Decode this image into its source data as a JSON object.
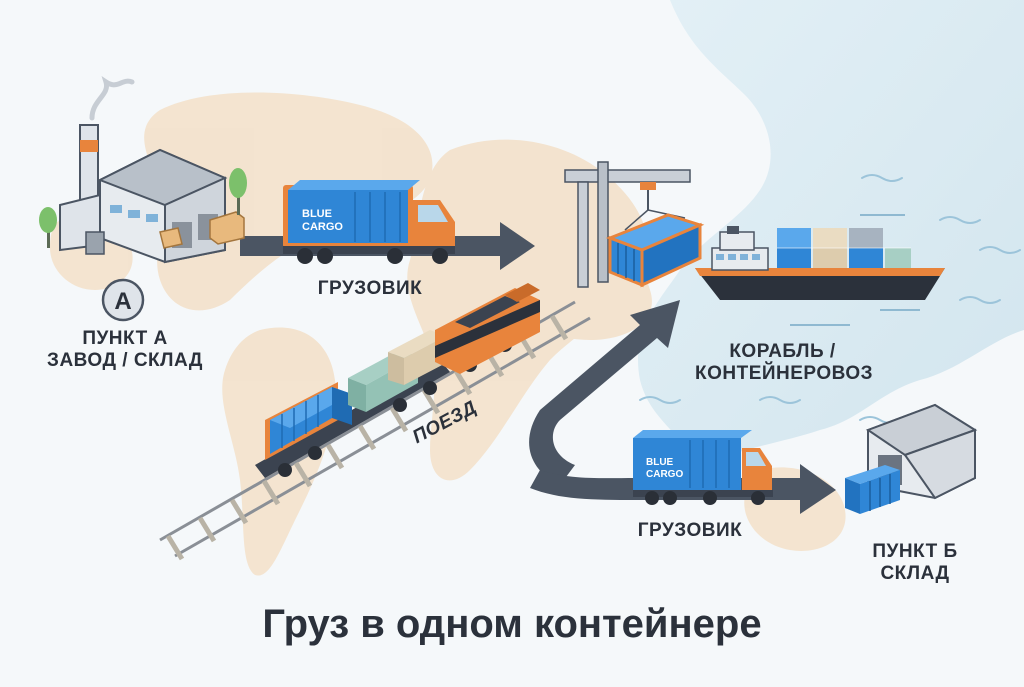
{
  "title": "Груз в одном контейнере",
  "point_a": {
    "badge": "A",
    "line1": "ПУНКТ А",
    "line2": "ЗАВОД / СКЛАД"
  },
  "truck1": {
    "label": "ГРУЗОВИК",
    "brand_line1": "BLUE",
    "brand_line2": "CARGO"
  },
  "train": {
    "label": "ПОЕЗД"
  },
  "ship": {
    "line1": "КОРАБЛЬ /",
    "line2": "КОНТЕЙНЕРОВОЗ"
  },
  "truck2": {
    "label": "ГРУЗОВИК",
    "brand_line1": "BLUE",
    "brand_line2": "CARGO"
  },
  "point_b": {
    "line1": "ПУНКТ Б",
    "line2": "СКЛАД"
  },
  "colors": {
    "container_blue": "#2f86d6",
    "accent_orange": "#e8843c",
    "arrow_gray": "#4b5563",
    "sea": "#dcebf3",
    "land": "#f3dfc6",
    "text": "#2b313b"
  }
}
